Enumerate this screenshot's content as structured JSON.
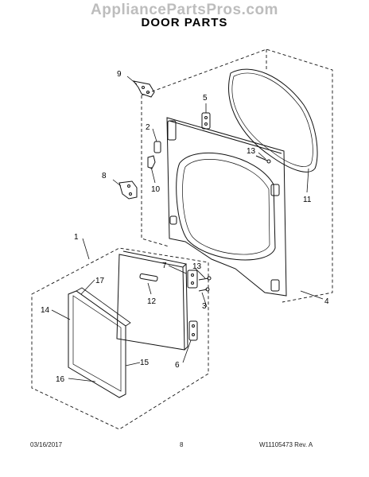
{
  "watermark": "AppliancePartsPros.com",
  "title": "DOOR PARTS",
  "footer": {
    "date": "03/16/2017",
    "page": "8",
    "part_rev": "W11105473  Rev. A"
  },
  "callouts": [
    {
      "id": "c9",
      "label": "9"
    },
    {
      "id": "c5",
      "label": "5"
    },
    {
      "id": "c2",
      "label": "2"
    },
    {
      "id": "c13a",
      "label": "13"
    },
    {
      "id": "c8",
      "label": "8"
    },
    {
      "id": "c10",
      "label": "10"
    },
    {
      "id": "c11",
      "label": "11"
    },
    {
      "id": "c1",
      "label": "1"
    },
    {
      "id": "c7",
      "label": "7"
    },
    {
      "id": "c13b",
      "label": "13"
    },
    {
      "id": "c17",
      "label": "17"
    },
    {
      "id": "c12",
      "label": "12"
    },
    {
      "id": "c4",
      "label": "4"
    },
    {
      "id": "c3",
      "label": "3"
    },
    {
      "id": "c14",
      "label": "14"
    },
    {
      "id": "c6",
      "label": "6"
    },
    {
      "id": "c15",
      "label": "15"
    },
    {
      "id": "c16",
      "label": "16"
    }
  ]
}
